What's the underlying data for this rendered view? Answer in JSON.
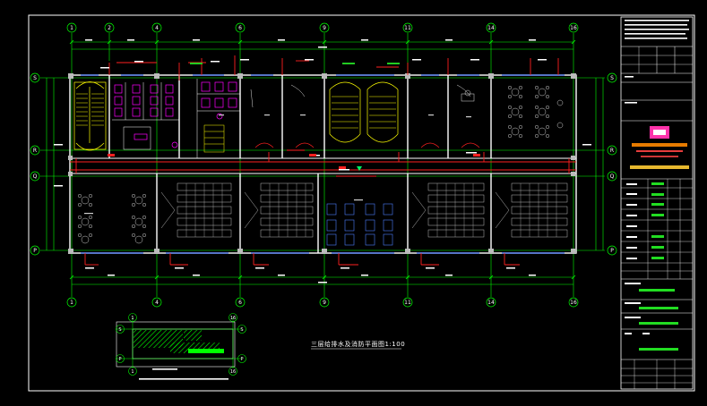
{
  "drawing": {
    "title": "三层给排水及消防平面图1:100",
    "axis_labels_top": [
      "1",
      "2",
      "4",
      "6",
      "9",
      "11",
      "14",
      "16"
    ],
    "axis_labels_bottom": [
      "1",
      "4",
      "6",
      "9",
      "11",
      "14",
      "16"
    ],
    "axis_labels_left": [
      "S",
      "R",
      "Q",
      "P"
    ],
    "axis_labels_right": [
      "S",
      "R",
      "Q",
      "P"
    ],
    "key_plan_axis_labels": [
      "1",
      "16",
      "1",
      "16"
    ],
    "key_plan_row_labels": [
      "S",
      "S",
      "P",
      "P"
    ]
  },
  "title_block": {
    "colors": {
      "frame": "#ffffff",
      "walls": "#ffffff",
      "axes": "#00ff00",
      "pipes": "#ff2020",
      "fixtures": "#ff00ff",
      "stairs": "#ffff00",
      "furniture": "#cfcfcf",
      "accent_blue": "#4d7dff"
    }
  }
}
